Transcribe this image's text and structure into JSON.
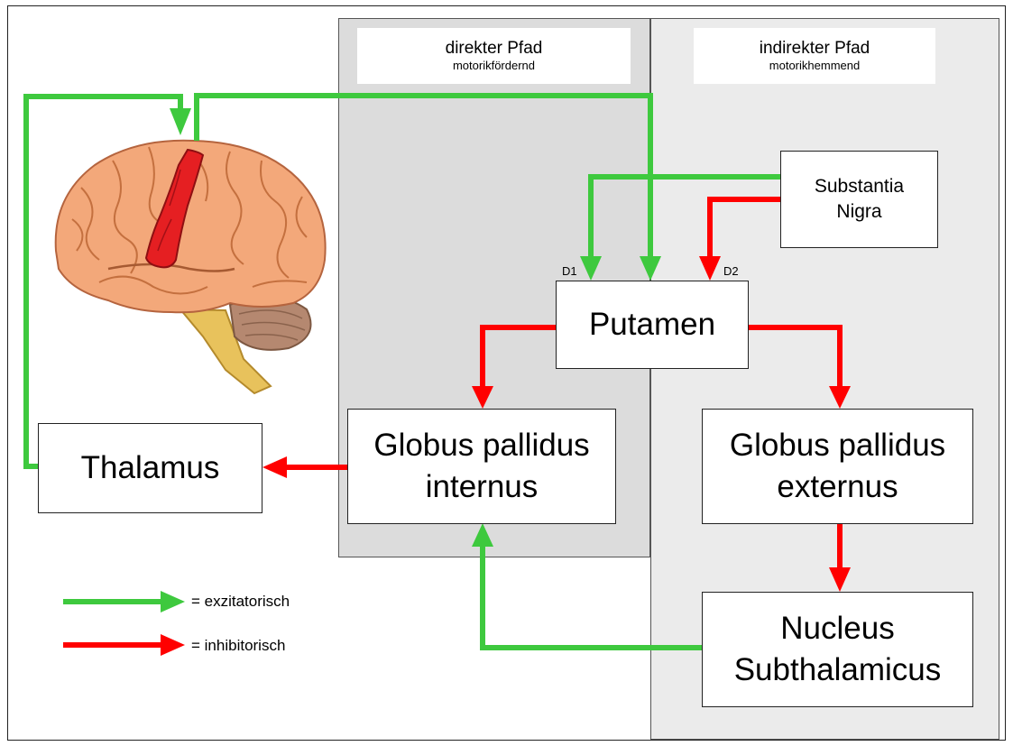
{
  "direct_path": {
    "title": "direkter Pfad",
    "subtitle": "motorikfördernd"
  },
  "indirect_path": {
    "title": "indirekter Pfad",
    "subtitle": "motorikhemmend"
  },
  "nodes": {
    "putamen": "Putamen",
    "substantia_nigra": "Substantia\nNigra",
    "gpi": "Globus pallidus\ninternus",
    "gpe": "Globus pallidus\nexternus",
    "thalamus": "Thalamus",
    "nucleus": "Nucleus\nSubthalamicus"
  },
  "receptors": {
    "d1": "D1",
    "d2": "D2"
  },
  "legend": {
    "excitatory": "= exzitatorisch",
    "inhibitory": "= inhibitorisch"
  },
  "colors": {
    "excitatory": "#3ec93e",
    "inhibitory": "#ff0000",
    "direct_panel": "#dcdcdc",
    "indirect_panel": "#ebebeb"
  },
  "icons": {
    "brain": "brain-illustration"
  }
}
